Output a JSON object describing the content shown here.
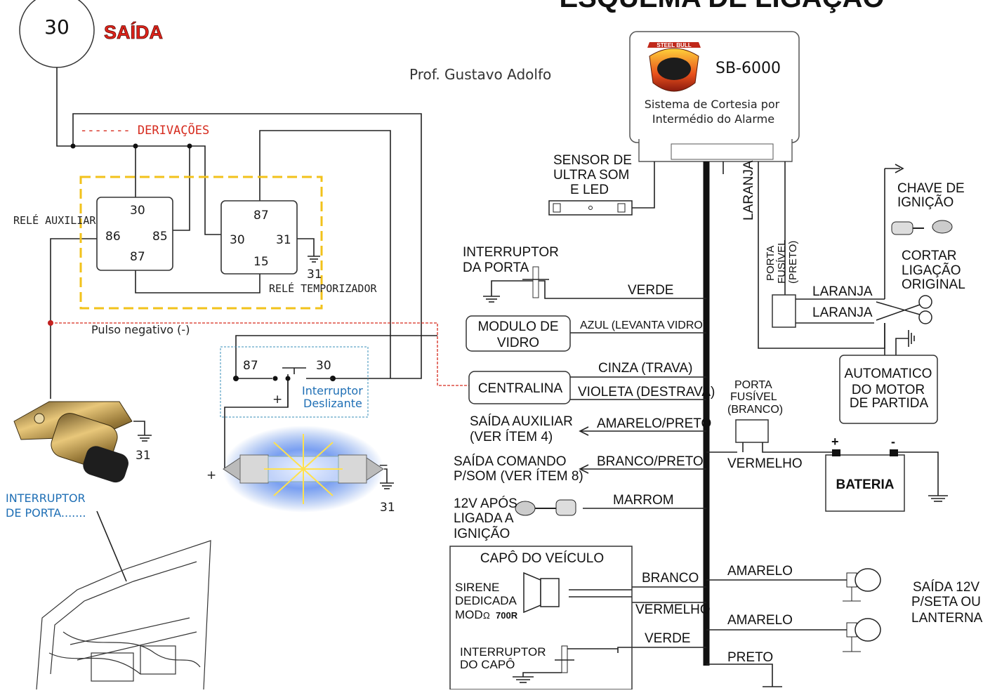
{
  "header": {
    "title_cut": "ESQUEMA DE LIGAÇÃO",
    "circle_number": "30",
    "saida": "SAÍDA",
    "author": "Prof. Gustavo Adolfo"
  },
  "module": {
    "brand": "STEEL BULL",
    "model": "SB-6000",
    "desc_line1": "Sistema de Cortesia por",
    "desc_line2": "Intermédio do Alarme"
  },
  "left": {
    "derivacoes": "------- DERIVAÇÕES",
    "rele_aux": "RELÉ AUXILIAR",
    "rele_temp": "RELÉ TEMPORIZADOR",
    "aux_pins": {
      "p30": "30",
      "p86": "86",
      "p85": "85",
      "p87": "87"
    },
    "temp_pins": {
      "p87": "87",
      "p30": "30",
      "p31": "31",
      "p15": "15"
    },
    "temp_ground": "31",
    "pulso": "Pulso negativo (-)",
    "switch_87": "87",
    "switch_30": "30",
    "switch_plus": "+",
    "interruptor_line1": "Interruptor",
    "interruptor_line2": "Deslizante",
    "lamp_plus": "+",
    "lamp_minus": "−",
    "lamp_ground": "31",
    "door_ground": "31",
    "porta_line1": "INTERRUPTOR",
    "porta_line2": "DE PORTA......."
  },
  "right": {
    "sensor": [
      "SENSOR DE",
      "ULTRA SOM",
      "E LED"
    ],
    "laranja_vert": "LARANJA",
    "porta_fusivel_vert": [
      "PORTA",
      "FUSÍVEL",
      "(PRETO)"
    ],
    "chave": [
      "CHAVE DE",
      "IGNIÇÃO"
    ],
    "cortar": [
      "CORTAR",
      "LIGAÇÃO",
      "ORIGINAL"
    ],
    "laranja1": "LARANJA",
    "laranja2": "LARANJA",
    "int_porta": [
      "INTERRUPTOR",
      "DA PORTA"
    ],
    "verde_top": "VERDE",
    "modulo": [
      "MODULO DE",
      "VIDRO"
    ],
    "azul": "AZUL (LEVANTA VIDRO)",
    "centralina": "CENTRALINA",
    "cinza": "CINZA (TRAVA)",
    "violeta": "VIOLETA (DESTRAVA)",
    "saida_aux": [
      "SAÍDA AUXILIAR",
      "(VER ÍTEM 4)"
    ],
    "amarelo_preto": "AMARELO/PRETO",
    "saida_cmd": [
      "SAÍDA COMANDO",
      "P/SOM (VER ÍTEM 8)"
    ],
    "branco_preto": "BRANCO/PRETO",
    "v12": [
      "12V APÓS",
      "LIGADA A",
      "IGNIÇÃO"
    ],
    "marrom": "MARROM",
    "porta_fus_branco": [
      "PORTA",
      "FUSÍVEL",
      "(BRANCO)"
    ],
    "vermelho_bat": "VERMELHO",
    "automatico": [
      "AUTOMATICO",
      "DO MOTOR",
      "DE PARTIDA"
    ],
    "bat_plus": "+",
    "bat_minus": "-",
    "bateria": "BATERIA",
    "capo": "CAPÔ DO VEÍCULO",
    "sirene": [
      "SIRENE",
      "DEDICADA",
      "MOD"
    ],
    "sirene_model": "700R",
    "branco": "BRANCO",
    "vermelho": "VERMELHO",
    "verde_bottom": "VERDE",
    "int_capo": [
      "INTERRUPTOR",
      "DO CAPÔ"
    ],
    "amarelo1": "AMARELO",
    "amarelo2": "AMARELO",
    "preto": "PRETO",
    "saida12v": [
      "SAÍDA 12V",
      "P/SETA OU",
      "LANTERNA"
    ]
  },
  "colors": {
    "accent_red": "#d62b1e",
    "relay_highlight": "#f2c21b",
    "lamp_glow": "#4a7fe0",
    "porta_blue": "#1f6fb5"
  }
}
